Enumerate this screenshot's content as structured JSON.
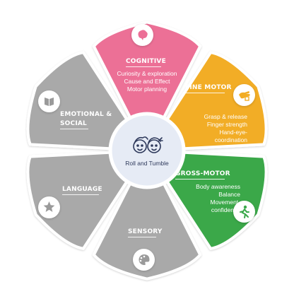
{
  "center": {
    "label": "Roll and Tumble",
    "icon": "two-kids-faces-icon"
  },
  "segments": [
    {
      "key": "cognitive",
      "title": "COGNITIVE",
      "color": "#ec6f96",
      "icon": "brain-icon",
      "items": [
        "Curiosity & exploration",
        "Cause and Effect",
        "Motor planning"
      ]
    },
    {
      "key": "fine_motor",
      "title": "FINE MOTOR",
      "color": "#f2ad25",
      "icon": "hand-grasp-icon",
      "items": [
        "Grasp & release",
        "Finger strength",
        "Hand-eye-",
        "coordination"
      ]
    },
    {
      "key": "gross_motor",
      "title": "GROSS-MOTOR",
      "color": "#3aa84a",
      "icon": "running-child-icon",
      "items": [
        "Body awareness",
        "Balance",
        "Movement-",
        "confidence"
      ]
    },
    {
      "key": "sensory",
      "title": "SENSORY",
      "color": "#a9a9a9",
      "icon": "palette-icon",
      "items": []
    },
    {
      "key": "language",
      "title": "LANGUAGE",
      "color": "#a9a9a9",
      "icon": "star-icon",
      "items": []
    },
    {
      "key": "emotional_social",
      "title_line1": "EMOTIONAL &",
      "title_line2": "SOCIAL",
      "color": "#a9a9a9",
      "icon": "book-icon",
      "items": []
    }
  ]
}
